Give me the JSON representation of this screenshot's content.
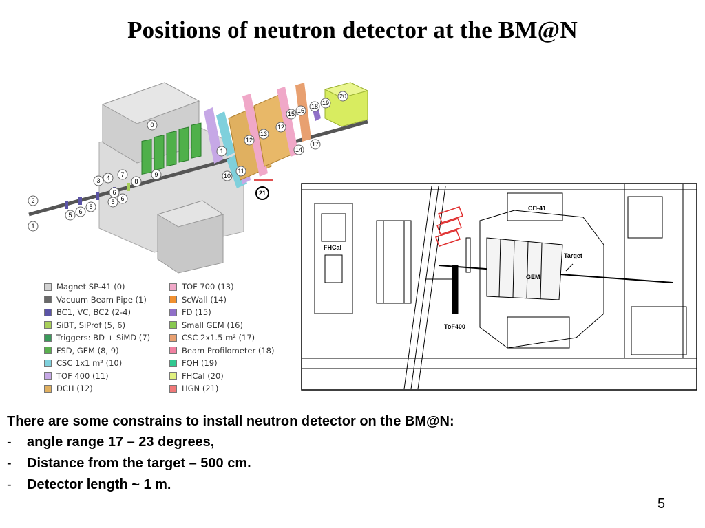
{
  "slide": {
    "title": "Positions of neutron detector  at the BM@N",
    "page_number": "5"
  },
  "figure_3d": {
    "callouts": [
      "0",
      "1",
      "2",
      "1",
      "3",
      "4",
      "5",
      "6",
      "5",
      "6",
      "7",
      "8",
      "9",
      "5",
      "6",
      "10",
      "11",
      "1",
      "12",
      "12",
      "13",
      "12",
      "14",
      "15",
      "16",
      "17",
      "18",
      "19",
      "20",
      "21"
    ]
  },
  "legend": {
    "left": [
      {
        "label": "Magnet SP-41 (0)",
        "color": "#d2d2d2"
      },
      {
        "label": "Vacuum Beam Pipe (1)",
        "color": "#6a6a6a"
      },
      {
        "label": "BC1, VC, BC2 (2-4)",
        "color": "#5b54a6"
      },
      {
        "label": "SiBT, SiProf (5, 6)",
        "color": "#a8d05a"
      },
      {
        "label": "Triggers: BD + SiMD (7)",
        "color": "#3a9a5a"
      },
      {
        "label": "FSD, GEM (8, 9)",
        "color": "#5ab04f"
      },
      {
        "label": "CSC 1x1 m² (10)",
        "color": "#7fd0dc"
      },
      {
        "label": "TOF 400 (11)",
        "color": "#c6a8e6"
      },
      {
        "label": "DCH (12)",
        "color": "#e0b060"
      }
    ],
    "right": [
      {
        "label": "TOF 700 (13)",
        "color": "#f0a8c8"
      },
      {
        "label": "ScWall (14)",
        "color": "#f09030"
      },
      {
        "label": "FD (15)",
        "color": "#9070c8"
      },
      {
        "label": "Small GEM (16)",
        "color": "#88c850"
      },
      {
        "label": "CSC 2x1.5 m² (17)",
        "color": "#e8a070"
      },
      {
        "label": "Beam Profilometer (18)",
        "color": "#f080a0"
      },
      {
        "label": "FQH (19)",
        "color": "#30c890"
      },
      {
        "label": "FHCal (20)",
        "color": "#e0f080"
      },
      {
        "label": "HGN (21)",
        "color": "#f07878"
      }
    ]
  },
  "floor_plan": {
    "labels": {
      "magnet": "СП-41",
      "fhcal": "FHCal",
      "target": "Target",
      "gem": "GEM",
      "tof400": "ToF400"
    }
  },
  "constraints": {
    "heading": "There are some constrains to  install neutron detector on the BM@N:",
    "items": [
      "angle range  17 – 23 degrees,",
      "Distance from the target – 500 cm.",
      "Detector length ~ 1 m."
    ],
    "bullet": "-"
  }
}
